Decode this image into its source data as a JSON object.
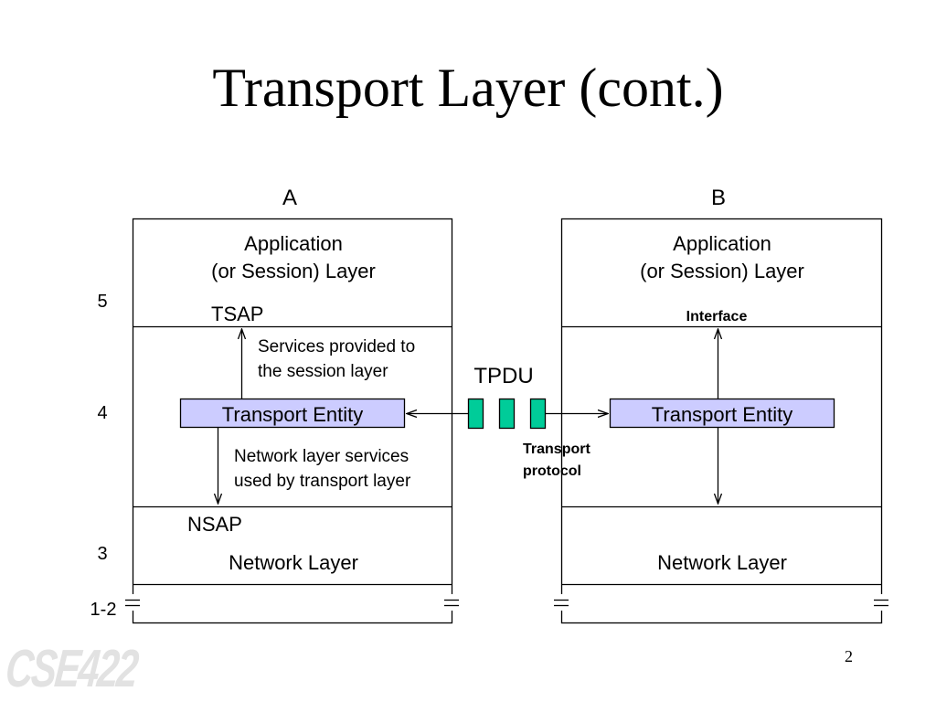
{
  "slide": {
    "title": "Transport Layer (cont.)",
    "page_number": "2",
    "logo_text": "CSE422"
  },
  "diagram": {
    "hosts": [
      {
        "label": "A",
        "application_layer": [
          "Application",
          "(or Session)  Layer"
        ],
        "upper_label": "TSAP",
        "transport_entity": "Transport Entity",
        "services_note": [
          "Services provided to",
          "the session layer"
        ],
        "network_note": [
          "Network layer services",
          "used by transport layer"
        ],
        "lower_label": "NSAP",
        "network_layer": "Network Layer"
      },
      {
        "label": "B",
        "application_layer": [
          "Application",
          "(or Session)  Layer"
        ],
        "upper_label": "Interface",
        "transport_entity": "Transport Entity",
        "network_layer": "Network Layer"
      }
    ],
    "layer_numbers": [
      "5",
      "4",
      "3",
      "1-2"
    ],
    "tpdu_label": "TPDU",
    "tpdu_count": 3,
    "protocol_label": [
      "Transport",
      "protocol"
    ],
    "colors": {
      "entity_fill": "#ccccff",
      "tpdu_fill": "#00cc99",
      "line": "#000000"
    }
  }
}
